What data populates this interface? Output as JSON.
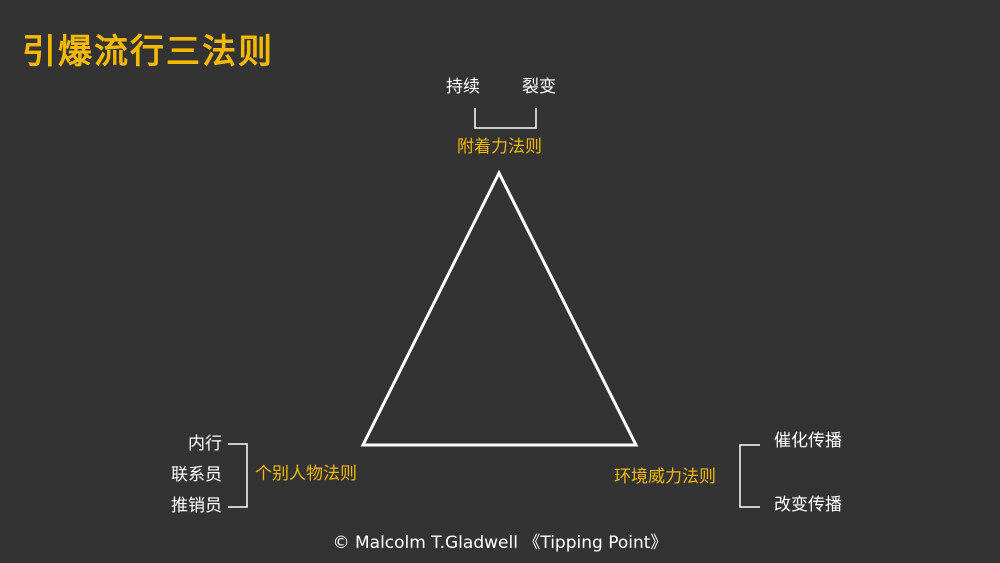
{
  "title": "引爆流行三法则",
  "top": {
    "rule": "附着力法则",
    "items": [
      "持续",
      "裂变"
    ]
  },
  "bottom_left": {
    "rule": "个别人物法则",
    "items": [
      "内行",
      "联系员",
      "推销员"
    ]
  },
  "bottom_right": {
    "rule": "环境威力法则",
    "items": [
      "催化传播",
      "改变传播"
    ]
  },
  "credit": "© Malcolm T.Gladwell 《Tipping Point》",
  "colors": {
    "background": "#333333",
    "accent": "#F5B800",
    "text": "#FFFFFF",
    "lines": "#FFFFFF"
  }
}
